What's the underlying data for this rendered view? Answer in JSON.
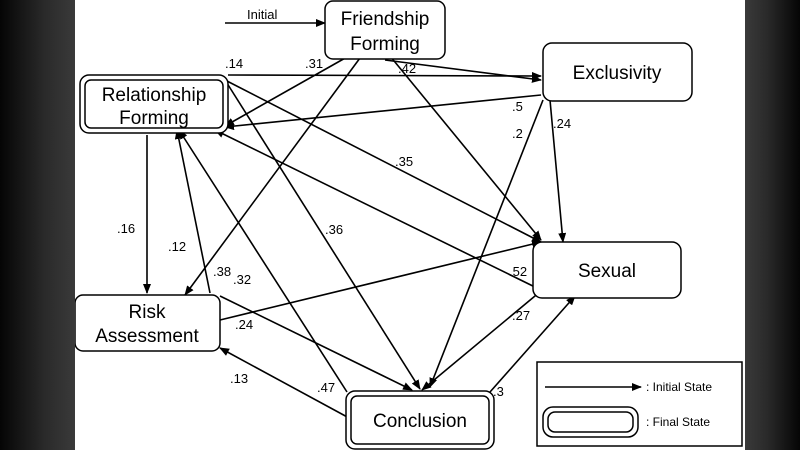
{
  "nodes": {
    "friendship": {
      "line1": "Friendship",
      "line2": "Forming"
    },
    "relationship": {
      "line1": "Relationship",
      "line2": "Forming"
    },
    "exclusivity": {
      "label": "Exclusivity"
    },
    "risk": {
      "line1": "Risk",
      "line2": "Assessment"
    },
    "sexual": {
      "label": "Sexual"
    },
    "conclusion": {
      "label": "Conclusion"
    }
  },
  "initial_label": "Initial",
  "edges": {
    "fr_rel": ".31",
    "fr_exc": ".42",
    "rel_exc": ".14",
    "exc_rel": ".5",
    "exc_con": ".2",
    "exc_sex": ".24",
    "rel_sex": ".35",
    "rel_con": ".36",
    "rel_risk": ".16",
    "fr_risk": ".12",
    "risk_rel": ".38",
    "risk_sex": ".32",
    "sex_rel": ".52",
    "risk_con": ".24",
    "sex_con": ".27",
    "con_risk": ".13",
    "con_rel": ".47",
    "con_sex": ".3"
  },
  "legend": {
    "initial_state": ": Initial State",
    "final_state": ": Final State"
  }
}
